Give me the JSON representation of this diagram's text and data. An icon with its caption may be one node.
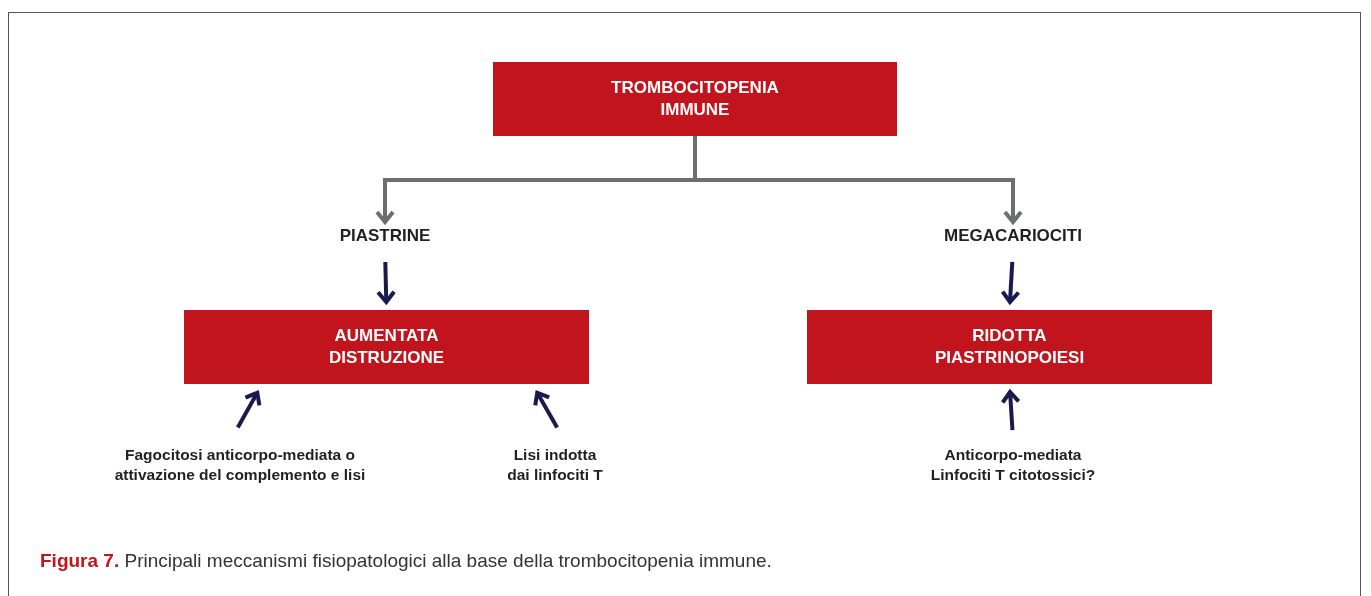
{
  "diagram": {
    "caption": "**Figura 7.** Principali meccanismi fisiopatologici alla base della trombocitopenia immune.",
    "nodes": [
      {
        "text": [
          "TROMBOCITOPENIA IMMUNE"
        ]
      },
      {
        "text": [
          "PIASTRINE"
        ]
      },
      {
        "text": [
          "MEGACARIOCITI"
        ]
      },
      {
        "text": [
          "AUMENTATA DISTRUZIONE"
        ]
      },
      {
        "text": [
          "RIDOTTA PIASTRINOPOIESI"
        ]
      },
      {
        "text": [
          "Fagocitosi anticorpo-mediata o attivazione del complemento e lisi"
        ]
      },
      {
        "text": [
          "Lisi indotta dai linfociti T"
        ]
      },
      {
        "text": [
          "Anticorpo-mediata Linfociti T citotossici?"
        ]
      }
    ],
    "edges": [
      {
        "from": 0,
        "to": 1,
        "arrow": "to",
        "color": "#6d6e71"
      },
      {
        "from": 0,
        "to": 2,
        "arrow": "to",
        "color": "#6d6e71"
      },
      {
        "from": 1,
        "to": 3,
        "arrow": "to"
      },
      {
        "from": 2,
        "to": 4,
        "arrow": "to"
      },
      {
        "from": 5,
        "to": 3,
        "arrow": "to"
      },
      {
        "from": 6,
        "to": 3,
        "arrow": "to"
      },
      {
        "from": 7,
        "to": 4,
        "arrow": "to"
      }
    ]
  }
}
